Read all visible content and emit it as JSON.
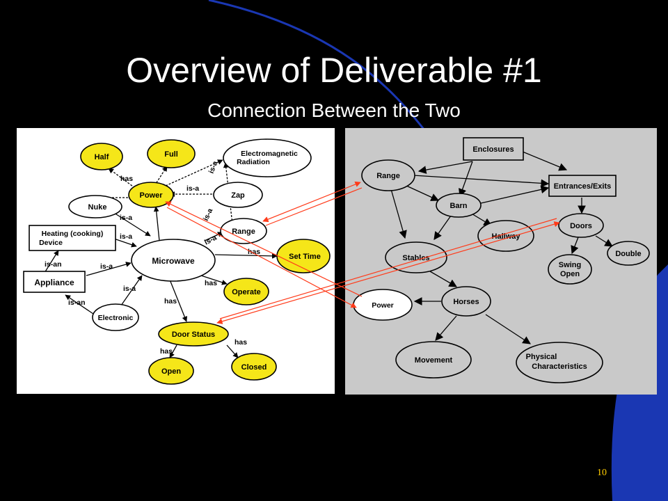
{
  "slide": {
    "title": "Overview of Deliverable #1",
    "subtitle": "Connection Between the Two",
    "page_number": "10"
  },
  "colors": {
    "background": "#000000",
    "accent_blue": "#1a37b3",
    "node_yellow": "#f5e619",
    "connector_red": "#ff3b1a"
  },
  "left_diagram": {
    "nodes": {
      "half": "Half",
      "full": "Full",
      "em_radiation_1": "Electromagnetic",
      "em_radiation_2": "Radiation",
      "power": "Power",
      "zap": "Zap",
      "nuke": "Nuke",
      "range": "Range",
      "heating_1": "Heating (cooking)",
      "heating_2": "Device",
      "microwave": "Microwave",
      "set_time": "Set Time",
      "appliance": "Appliance",
      "operate": "Operate",
      "electronic": "Electronic",
      "door_status": "Door Status",
      "open": "Open",
      "closed": "Closed"
    },
    "edge_labels": {
      "has_half": "has",
      "isa_power_em": "is-a",
      "isa_zap": "is-a",
      "isa_range_em": "is-a",
      "isa_range_micro": "is-a",
      "isa_nuke": "is-a",
      "isa_heating": "is-a",
      "isan_heating": "is-an",
      "isa_appliance": "is-a",
      "isan_appliance": "is-an",
      "isa_electronic": "is-a",
      "has_settime": "has",
      "has_operate": "has",
      "has_door": "has",
      "has_open": "has",
      "has_closed": "has"
    }
  },
  "right_diagram": {
    "nodes": {
      "enclosures": "Enclosures",
      "range": "Range",
      "entrances": "Entrances/Exits",
      "barn": "Barn",
      "doors": "Doors",
      "hallway": "Hallway",
      "stables": "Stables",
      "double": "Double",
      "swing_1": "Swing",
      "swing_2": "Open",
      "power": "Power",
      "horses": "Horses",
      "movement": "Movement",
      "physical_1": "Physical",
      "physical_2": "Characteristics"
    }
  }
}
